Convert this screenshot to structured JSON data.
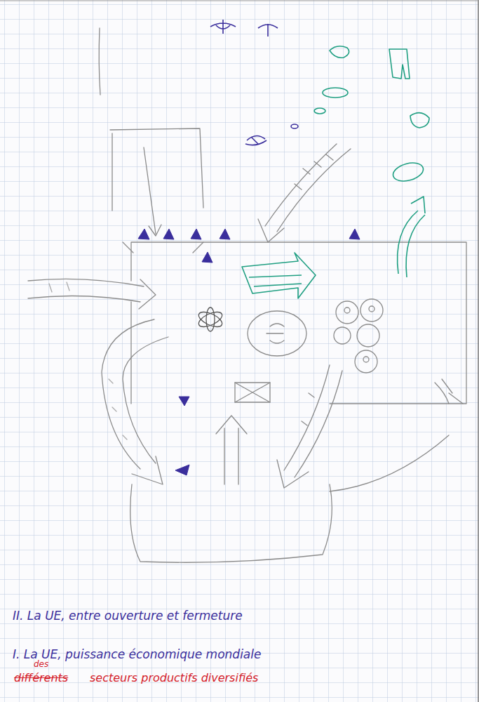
{
  "diagram": {
    "labels": [
      "II. La UE, entre ouverture et fermeture",
      "I. La UE, puissance économique mondiale",
      "des",
      "différents",
      "secteurs productifs diversifiés"
    ]
  }
}
